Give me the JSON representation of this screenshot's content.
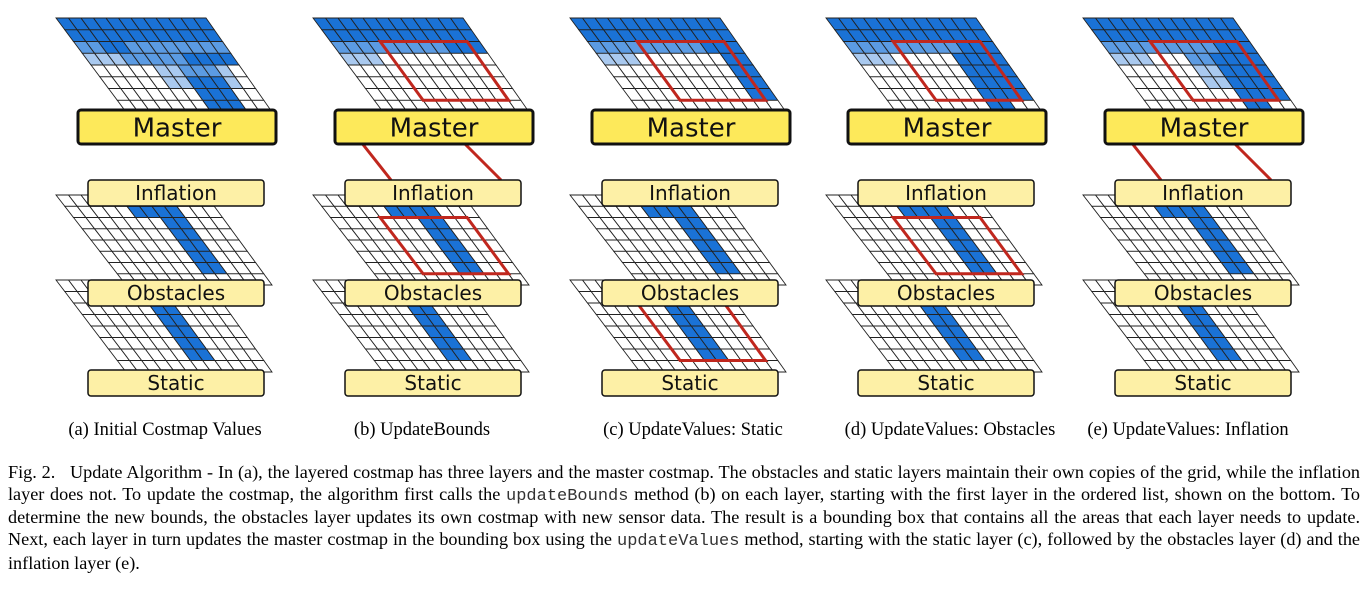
{
  "figure": {
    "panels": [
      {
        "caption": "(a) Initial Costmap Values",
        "master": "Master",
        "inflation": "Inflation",
        "obstacles": "Obstacles",
        "static": "Static"
      },
      {
        "caption": "(b) UpdateBounds",
        "master": "Master",
        "inflation": "Inflation",
        "obstacles": "Obstacles",
        "static": "Static"
      },
      {
        "caption": "(c) UpdateValues: Static",
        "master": "Master",
        "inflation": "Inflation",
        "obstacles": "Obstacles",
        "static": "Static"
      },
      {
        "caption": "(d) UpdateValues: Obstacles",
        "master": "Master",
        "inflation": "Inflation",
        "obstacles": "Obstacles",
        "static": "Static"
      },
      {
        "caption": "(e) UpdateValues: Inflation",
        "master": "Master",
        "inflation": "Inflation",
        "obstacles": "Obstacles",
        "static": "Static"
      }
    ],
    "colors": {
      "label_fill": "#fde95a",
      "label_border": "#000000",
      "small_label_fill": "#fdf0a6",
      "dark_blue": "#1a72d6",
      "mid_blue": "#5b9be3",
      "light_blue": "#a9c9ef",
      "pale_blue": "#d4e4f7",
      "bounds_box": "#c0271e"
    }
  },
  "caption": {
    "label": "Fig. 2.",
    "part1": "Update Algorithm - In (a), the layered costmap has three layers and the master costmap. The obstacles and static layers maintain their own copies of the grid, while the inflation layer does not. To update the costmap, the algorithm first calls the ",
    "code1": "updateBounds",
    "part2": " method (b) on each layer, starting with the first layer in the ordered list, shown on the bottom. To determine the new bounds, the obstacles layer updates its own costmap with new sensor data. The result is a bounding box that contains all the areas that each layer needs to update. Next, each layer in turn updates the master costmap in the bounding box using the ",
    "code2": "updateValues",
    "part3": " method, starting with the static layer (c), followed by the obstacles layer (d) and the inflation layer (e)."
  }
}
